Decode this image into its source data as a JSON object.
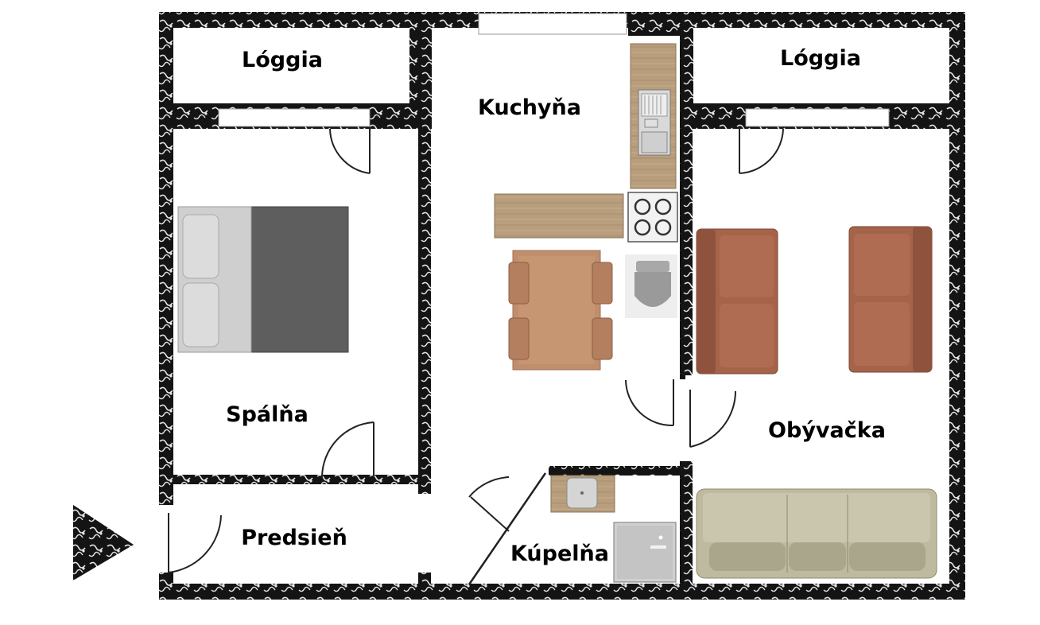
{
  "rooms": {
    "loggia_left": "Lóggia",
    "loggia_right": "Lóggia",
    "kitchen": "Kuchyňa",
    "bedroom": "Spálňa",
    "hallway": "Predsieň",
    "bathroom": "Kúpelňa",
    "living_room": "Obývačka"
  },
  "colors": {
    "wall": "#141414",
    "wood": "#b89e7c",
    "table": "#c08e6d",
    "sofa_brown": "#a5634a",
    "sofa_beige": "#bdbaa0",
    "bed_dark": "#5e5e5e",
    "bed_light": "#cfcfcf"
  }
}
